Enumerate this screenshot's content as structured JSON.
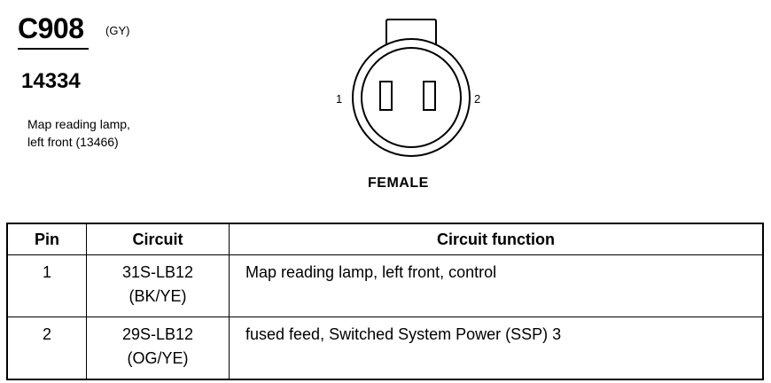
{
  "header": {
    "connector_code": "C908",
    "color_code": "(GY)",
    "part_number": "14334",
    "description_lines": [
      "Map reading lamp,",
      "left front (13466)"
    ]
  },
  "diagram": {
    "pin_left": "1",
    "pin_right": "2",
    "gender": "FEMALE"
  },
  "table": {
    "headers": {
      "pin": "Pin",
      "circuit": "Circuit",
      "function": "Circuit function"
    },
    "rows": [
      {
        "pin": "1",
        "circuit": "31S-LB12",
        "wire_color": "(BK/YE)",
        "function": "Map reading lamp, left front, control"
      },
      {
        "pin": "2",
        "circuit": "29S-LB12",
        "wire_color": "(OG/YE)",
        "function": "fused feed, Switched System Power (SSP) 3"
      }
    ]
  }
}
